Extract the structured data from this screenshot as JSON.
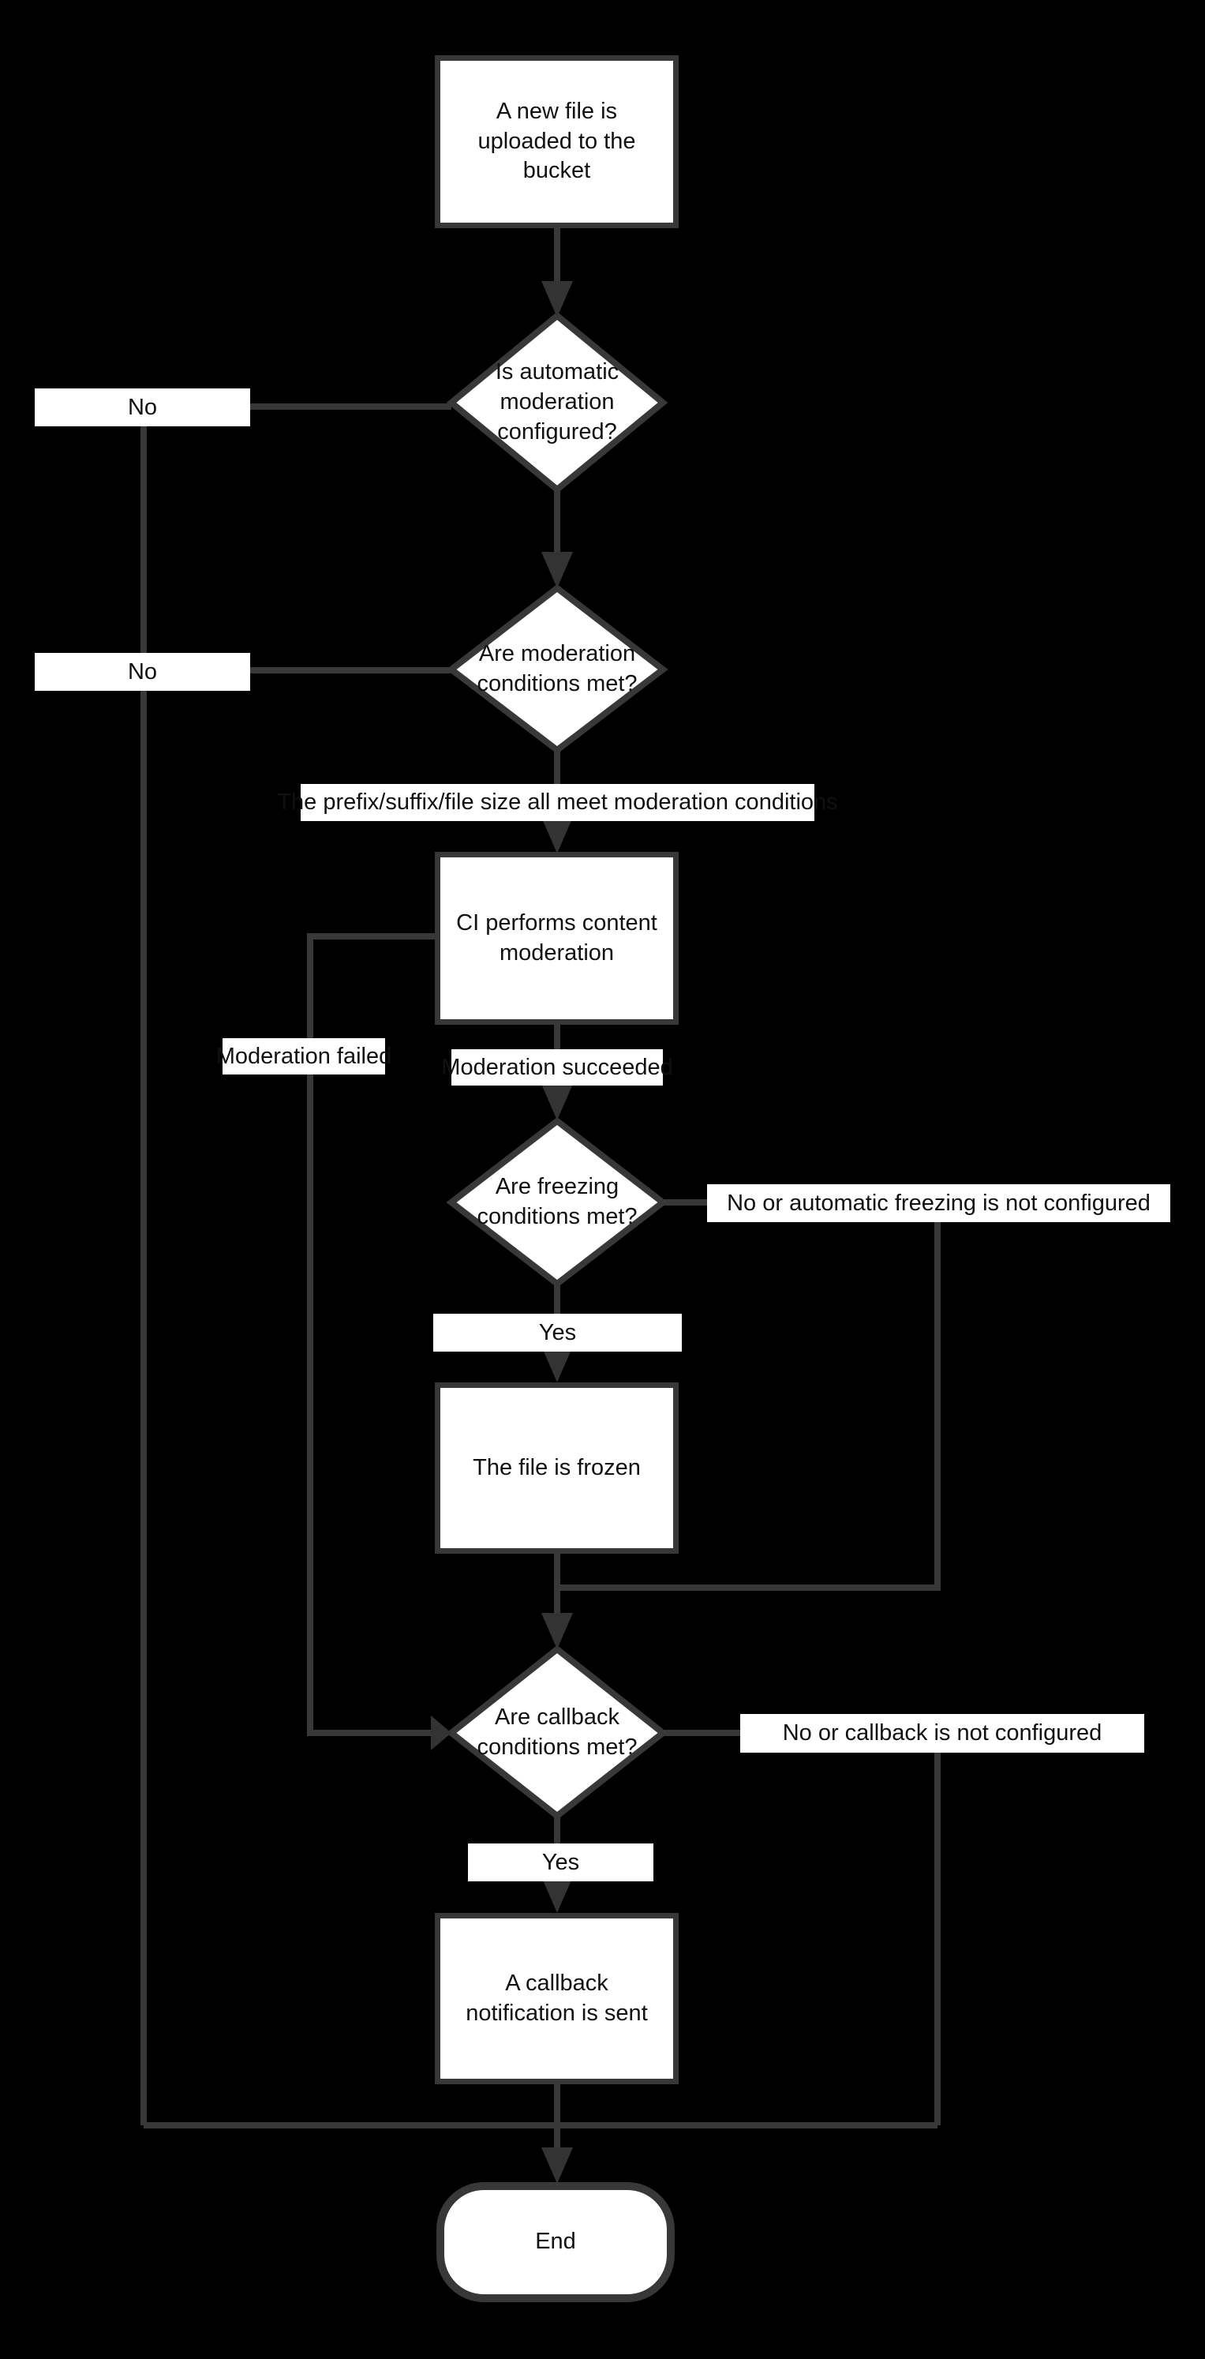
{
  "flowchart": {
    "colors": {
      "background": "#000000",
      "line": "#383838",
      "arrowhead": "#333333",
      "node_fill": "#ffffff",
      "text": "#111111"
    },
    "nodes": {
      "upload": {
        "type": "process",
        "label": "A new file is uploaded to the bucket"
      },
      "auto_moderation": {
        "type": "decision",
        "label": "Is automatic moderation configured?"
      },
      "moderation_conditions": {
        "type": "decision",
        "label": "Are moderation conditions met?"
      },
      "ci_moderation": {
        "type": "process",
        "label": "CI performs content moderation"
      },
      "freezing_conditions": {
        "type": "decision",
        "label": "Are freezing conditions met?"
      },
      "file_frozen": {
        "type": "process",
        "label": "The file is frozen"
      },
      "callback_conditions": {
        "type": "decision",
        "label": "Are callback conditions met?"
      },
      "callback_sent": {
        "type": "process",
        "label": "A callback notification is sent"
      },
      "end": {
        "type": "terminator",
        "label": "End"
      }
    },
    "edge_labels": {
      "auto_moderation_no": "No",
      "moderation_conditions_no": "No",
      "moderation_conditions_yes": "The prefix/suffix/file size all meet moderation conditions",
      "moderation_failed": "Moderation failed",
      "moderation_succeeded": "Moderation succeeded",
      "freezing_no": "No or automatic freezing is not configured",
      "freezing_yes": "Yes",
      "callback_no": "No or callback is not configured",
      "callback_yes": "Yes"
    },
    "edges": [
      {
        "from": "upload",
        "to": "auto_moderation",
        "label": ""
      },
      {
        "from": "auto_moderation",
        "to": "moderation_conditions",
        "label": ""
      },
      {
        "from": "auto_moderation",
        "to": "end",
        "label": "No"
      },
      {
        "from": "moderation_conditions",
        "to": "ci_moderation",
        "label": "The prefix/suffix/file size all meet moderation conditions"
      },
      {
        "from": "moderation_conditions",
        "to": "end",
        "label": "No"
      },
      {
        "from": "ci_moderation",
        "to": "freezing_conditions",
        "label": "Moderation succeeded"
      },
      {
        "from": "ci_moderation",
        "to": "callback_conditions",
        "label": "Moderation failed"
      },
      {
        "from": "freezing_conditions",
        "to": "file_frozen",
        "label": "Yes"
      },
      {
        "from": "freezing_conditions",
        "to": "callback_conditions",
        "label": "No or automatic freezing is not configured"
      },
      {
        "from": "file_frozen",
        "to": "callback_conditions",
        "label": ""
      },
      {
        "from": "callback_conditions",
        "to": "callback_sent",
        "label": "Yes"
      },
      {
        "from": "callback_conditions",
        "to": "end",
        "label": "No or callback is not configured"
      },
      {
        "from": "callback_sent",
        "to": "end",
        "label": ""
      }
    ]
  }
}
